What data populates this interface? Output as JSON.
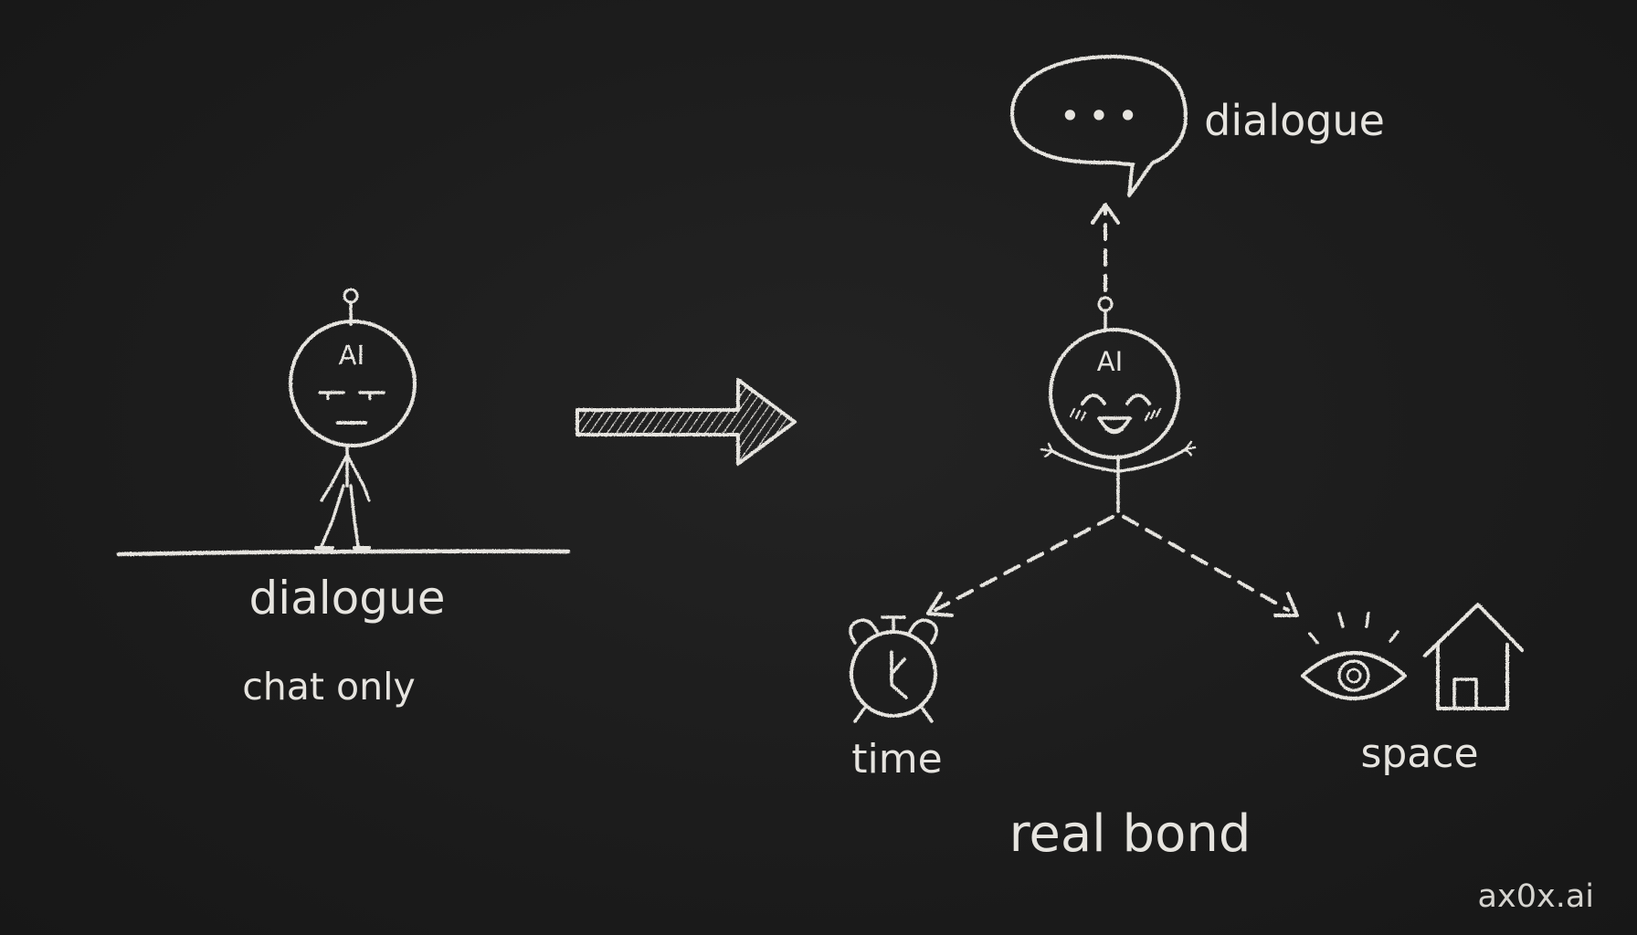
{
  "diagram": {
    "left": {
      "robot_face_label": "AI",
      "primary_label": "dialogue",
      "secondary_label": "chat only"
    },
    "right": {
      "robot_face_label": "AI",
      "speech_bubble_content": "• • •",
      "top_label": "dialogue",
      "time_label": "time",
      "space_label": "space",
      "bottom_label": "real bond"
    },
    "watermark": "ax0x.ai"
  },
  "colors": {
    "background": "#1b1b1b",
    "chalk": "#e6e4df"
  },
  "icons": [
    "robot-antenna-icon",
    "speech-bubble-icon",
    "alarm-clock-icon",
    "eye-icon",
    "house-icon",
    "arrow-right-icon"
  ]
}
